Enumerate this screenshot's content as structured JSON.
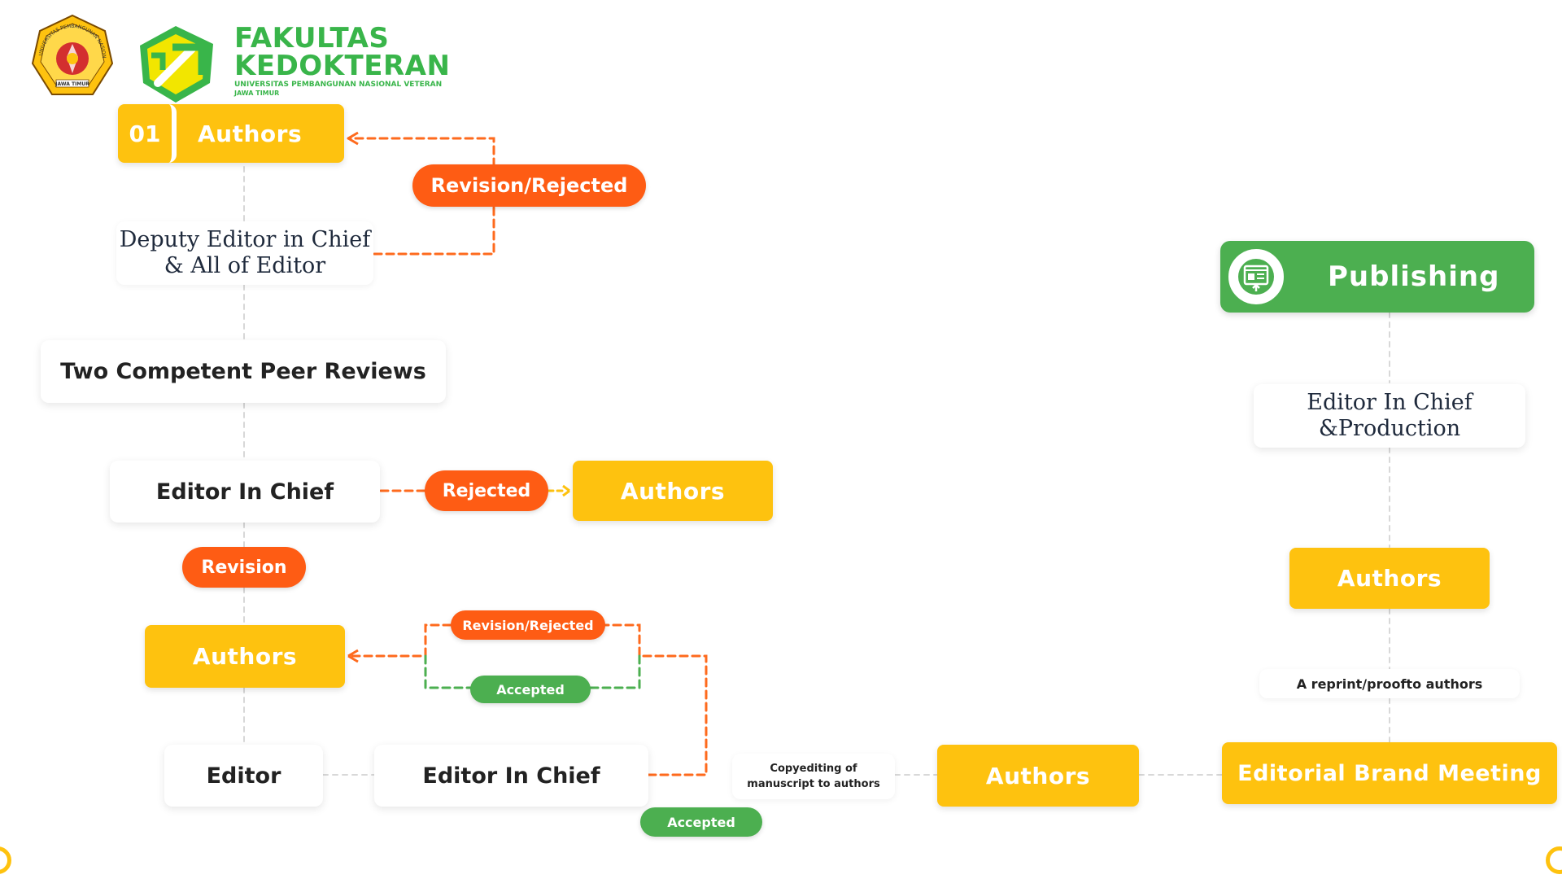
{
  "header": {
    "faculty": "FAKULTAS",
    "faculty2": "KEDOKTERAN",
    "university": "UNIVERSITAS PEMBANGUNAN NASIONAL VETERAN",
    "region": "JAWA TIMUR",
    "seal_text": "UNIVERSITAS PEMBANGUNAN NASIONAL \"VETERAN\" JAWA TIMUR",
    "seal_bottom": "JAWA TIMUR"
  },
  "flow": {
    "step_number": "01",
    "authors_top": "Authors",
    "revision_rejected_top": "Revision/Rejected",
    "deputy_line1": "Deputy Editor in Chief",
    "deputy_line2": "& All of Editor",
    "peer_reviews": "Two Competent Peer Reviews",
    "editor_in_chief_mid": "Editor In Chief",
    "rejected": "Rejected",
    "authors_rejected": "Authors",
    "revision": "Revision",
    "authors_revision": "Authors",
    "revision_rejected_small": "Revision/Rejected",
    "accepted_small": "Accepted",
    "editor": "Editor",
    "editor_in_chief_bottom": "Editor In Chief",
    "accepted_bottom": "Accepted",
    "copyediting_line1": "Copyediting of",
    "copyediting_line2": "manuscript to authors",
    "authors_copyedit": "Authors",
    "editorial_brand_meeting": "Editorial Brand Meeting",
    "reprint_pre": "A reprint/",
    "reprint_bold": "proof",
    "reprint_post": " to authors",
    "authors_right": "Authors",
    "eic_production_line1": "Editor In Chief",
    "eic_production_line2": "&Production",
    "publishing": "Publishing"
  },
  "colors": {
    "yellow": "#fec20f",
    "orange": "#fe5c14",
    "green": "#4caf50",
    "publishing_green": "#4caf50",
    "brand_green": "#39b54a"
  },
  "icons": {
    "publishing": "web-publish-icon",
    "seal": "university-seal-icon",
    "logo": "faculty-logo-icon"
  }
}
